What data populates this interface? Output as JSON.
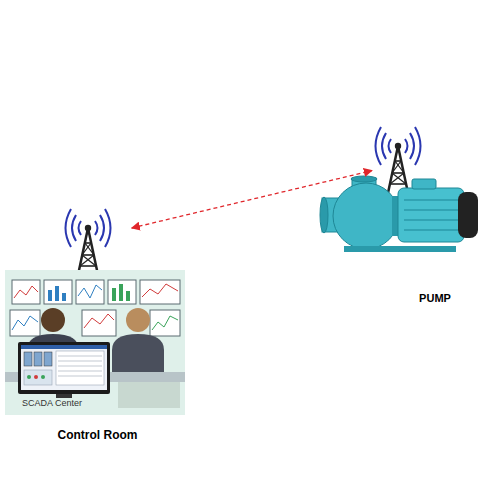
{
  "diagram": {
    "nodes": [
      {
        "text": [
          "SCADA Center",
          "Control Room"
        ]
      },
      {
        "text": [
          "PUMP"
        ]
      }
    ],
    "edges": [
      {
        "from": 0,
        "to": 1,
        "arrow": "both"
      }
    ]
  }
}
